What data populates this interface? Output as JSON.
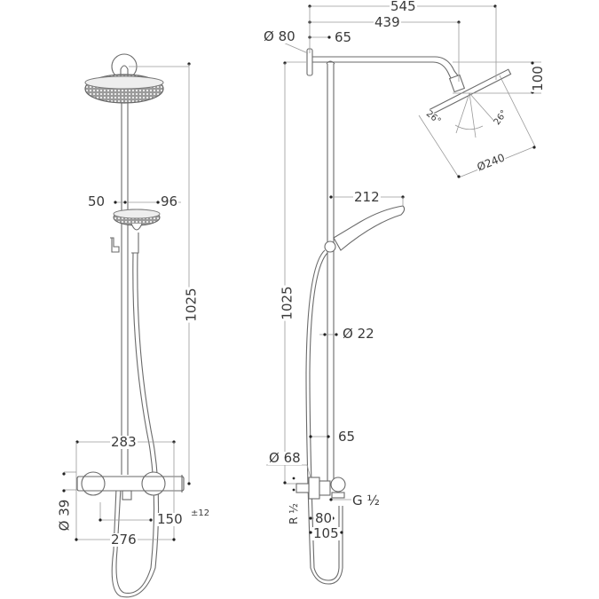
{
  "drawing": {
    "subject": "Shower system technical dimension drawing",
    "views": [
      {
        "name": "front-view",
        "dimensions": {
          "handshower_offset_left": "50",
          "handshower_offset_right": "96",
          "riser_height": "1025",
          "mixer_width": "283",
          "pipe_diameter": "Ø 39",
          "connection_distance": "150",
          "connection_tolerance": "±12",
          "mixer_bottom_width": "276"
        }
      },
      {
        "name": "side-view",
        "dimensions": {
          "overall_projection": "545",
          "arm_length": "439",
          "wall_flange_diameter": "Ø 80",
          "wall_offset_top": "65",
          "head_height": "100",
          "tilt_angle_left": "26°",
          "tilt_angle_right": "26°",
          "head_diameter": "Ø240",
          "handshower_length": "212",
          "riser_height": "1025",
          "riser_diameter": "Ø  22",
          "wall_offset_bottom": "65",
          "escutcheon_diameter": "Ø 68",
          "inlet_thread": "R  ½",
          "outlet_thread": "G  ½",
          "mixer_depth_1": "80",
          "mixer_depth_2": "105"
        }
      }
    ]
  }
}
